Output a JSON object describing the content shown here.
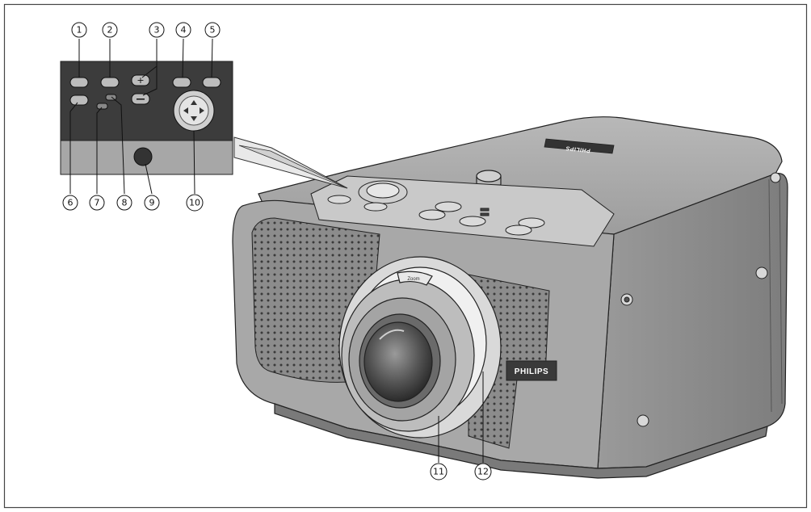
{
  "figure": {
    "callouts": [
      {
        "id": 1,
        "label": "1"
      },
      {
        "id": 2,
        "label": "2"
      },
      {
        "id": 3,
        "label": "3"
      },
      {
        "id": 4,
        "label": "4"
      },
      {
        "id": 5,
        "label": "5"
      },
      {
        "id": 6,
        "label": "6"
      },
      {
        "id": 7,
        "label": "7"
      },
      {
        "id": 8,
        "label": "8"
      },
      {
        "id": 9,
        "label": "9"
      },
      {
        "id": 10,
        "label": "10"
      },
      {
        "id": 11,
        "label": "11"
      },
      {
        "id": 12,
        "label": "12"
      }
    ],
    "brand_front": "PHILIPS",
    "brand_top": "PHILIPS",
    "lens_ring_label": "Zoom",
    "colors": {
      "body": "#9a9a9a",
      "body_light": "#c4c4c4",
      "body_dark": "#6e6e6e",
      "panel": "#3c3c3c",
      "frame": "#444444"
    }
  }
}
